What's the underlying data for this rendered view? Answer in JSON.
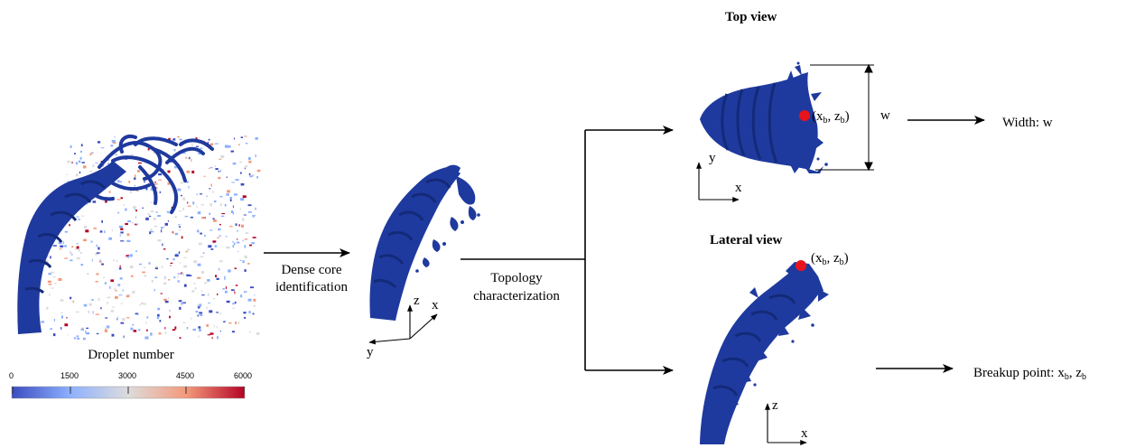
{
  "panel_left": {
    "colorbar_title": "Droplet number",
    "ticks": [
      "0",
      "1500",
      "3000",
      "4500",
      "6000"
    ],
    "colormap": [
      "#3b4cc0",
      "#8db0fe",
      "#dddcdc",
      "#f49a7b",
      "#b40426"
    ]
  },
  "steps": {
    "step1": [
      "Dense core",
      "identification"
    ],
    "step2": [
      "Topology",
      "characterization"
    ]
  },
  "axes": {
    "iso_z": "z",
    "iso_x": "x",
    "iso_y": "y",
    "top_y": "y",
    "top_x": "x",
    "lat_z": "z",
    "lat_x": "x"
  },
  "top_view": {
    "title": "Top view",
    "point_label_parts": [
      "(x",
      "b",
      ", z",
      "b",
      ")"
    ],
    "dimension_label": "w",
    "result": "Width: w"
  },
  "lateral_view": {
    "title": "Lateral view",
    "point_label_parts": [
      "(x",
      "b",
      ", z",
      "b",
      ")"
    ],
    "result_parts": [
      "Breakup point: x",
      "b",
      ", z",
      "b"
    ]
  },
  "colors": {
    "jet": "#1f3a9e",
    "jet_dark": "#132a78",
    "marker": "#e8141b",
    "arrow": "#000000"
  }
}
